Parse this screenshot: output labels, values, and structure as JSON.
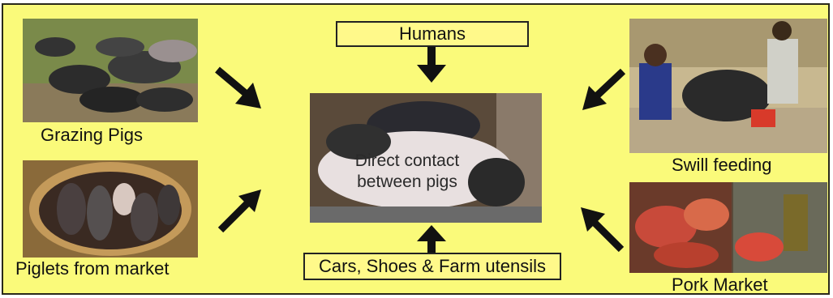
{
  "diagram": {
    "top_box": "Humans",
    "bottom_box": "Cars, Shoes & Farm utensils",
    "center": {
      "line1": "Direct contact",
      "line2": "between pigs"
    },
    "sources": {
      "grazing": "Grazing Pigs",
      "piglets": "Piglets from market",
      "swill": "Swill feeding",
      "pork": "Pork Market"
    }
  },
  "colors": {
    "background": "#fafa7a",
    "box_fill": "#fff98a",
    "arrow": "#111111"
  }
}
